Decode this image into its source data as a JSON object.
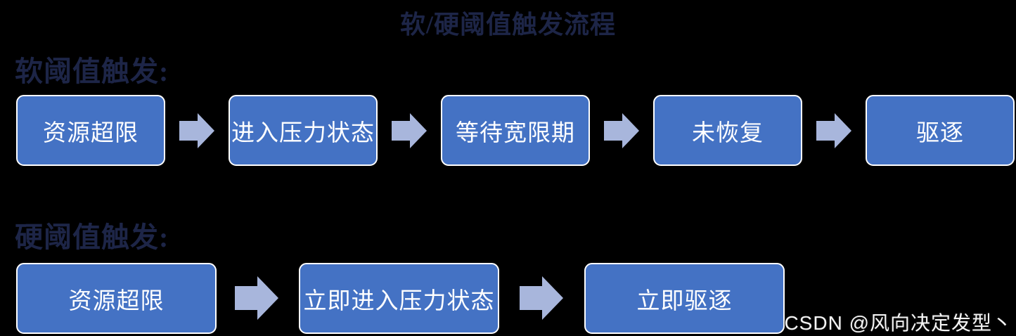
{
  "title": "软/硬阈值触发流程",
  "flows": [
    {
      "label": "软阈值触发:",
      "steps": [
        "资源超限",
        "进入压力状态",
        "等待宽限期",
        "未恢复",
        "驱逐"
      ]
    },
    {
      "label": "硬阈值触发:",
      "steps": [
        "资源超限",
        "立即进入压力状态",
        "立即驱逐"
      ]
    }
  ],
  "watermark": "CSDN @风向决定发型丶",
  "colors": {
    "background": "#000000",
    "box_fill": "#4472C4",
    "box_border": "#FFFFFF",
    "box_text": "#FFFFFF",
    "arrow_fill": "#A8B6DC",
    "heading_text": "#1D2547",
    "watermark_text": "#F5F5F5"
  }
}
